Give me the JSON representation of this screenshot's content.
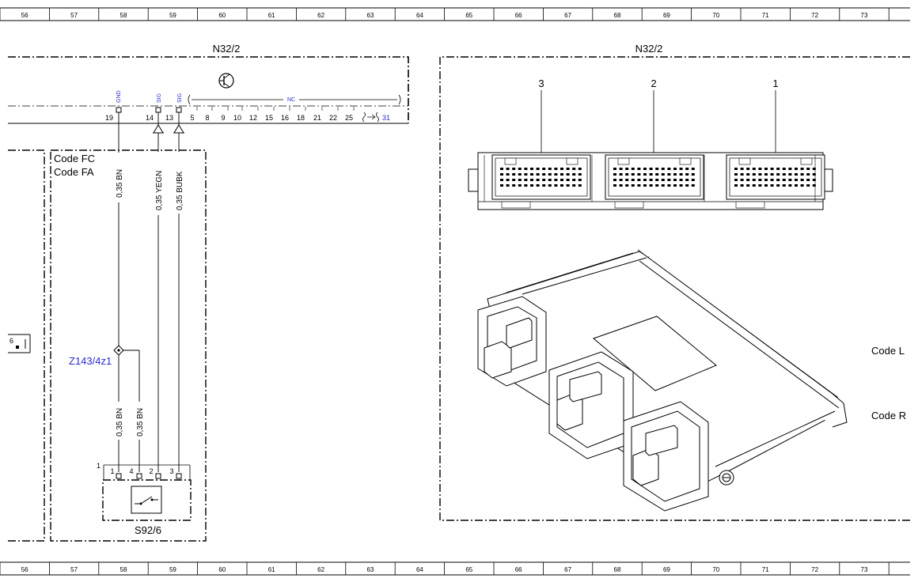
{
  "ruler_numbers": [
    "56",
    "57",
    "58",
    "59",
    "60",
    "61",
    "62",
    "63",
    "64",
    "65",
    "66",
    "67",
    "68",
    "69",
    "70",
    "71",
    "72",
    "73"
  ],
  "left_unit": {
    "title": "N32/2",
    "pins_main": [
      {
        "num": "19",
        "sig": "GND"
      },
      {
        "num": "14",
        "sig": "SIG"
      },
      {
        "num": "13",
        "sig": "SIG"
      }
    ],
    "nc_label": "NC",
    "nc_pins": [
      "5",
      "8",
      "9",
      "10",
      "12",
      "15",
      "16",
      "18",
      "21",
      "22",
      "25"
    ],
    "nc_end_pin": "31"
  },
  "code_box": {
    "lines": [
      "Code FC",
      "Code FA"
    ]
  },
  "wires": [
    "0,35 BN",
    "0,35 YEGN",
    "0,35 BUBK"
  ],
  "lower_wires": [
    "0,35 BN",
    "0,35 BN"
  ],
  "splice": "Z143/4z1",
  "side_connector": "6",
  "switch": {
    "name": "S92/6",
    "connector_index": "1",
    "pins": [
      "1",
      "4",
      "2",
      "3"
    ]
  },
  "right_unit": {
    "title": "N32/2",
    "connector_numbers": [
      "3",
      "2",
      "1"
    ],
    "code_labels": [
      "Code L",
      "Code R"
    ]
  }
}
